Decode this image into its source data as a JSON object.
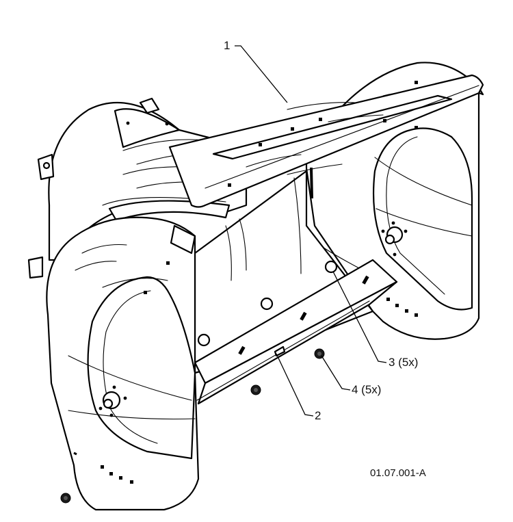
{
  "figure": {
    "id_label": "01.07.001-A",
    "line_color": "#000000",
    "background": "#ffffff"
  },
  "callouts": [
    {
      "number": "1",
      "label": "1"
    },
    {
      "number": "2",
      "label": "2"
    },
    {
      "number": "3",
      "label": "3 (5x)"
    },
    {
      "number": "4",
      "label": "4 (5x)"
    }
  ]
}
